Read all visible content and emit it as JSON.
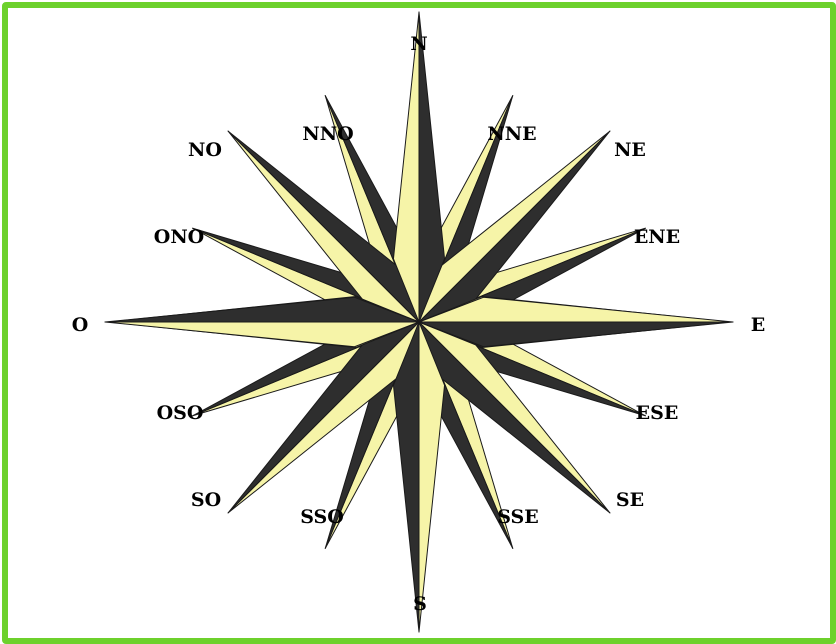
{
  "compass_rose": {
    "colors": {
      "frame_border": "#6dd12c",
      "light_fill": "#f6f4a8",
      "dark_fill": "#2e2e2e",
      "outline": "#1a1a1a"
    },
    "labels": {
      "n": "N",
      "nne": "NNE",
      "ne": "NE",
      "ene": "ENE",
      "e": "E",
      "ese": "ESE",
      "se": "SE",
      "sse": "SSE",
      "s": "S",
      "sso": "SSO",
      "so": "SO",
      "oso": "OSO",
      "o": "O",
      "ono": "ONO",
      "no": "NO",
      "nno": "NNO"
    }
  }
}
